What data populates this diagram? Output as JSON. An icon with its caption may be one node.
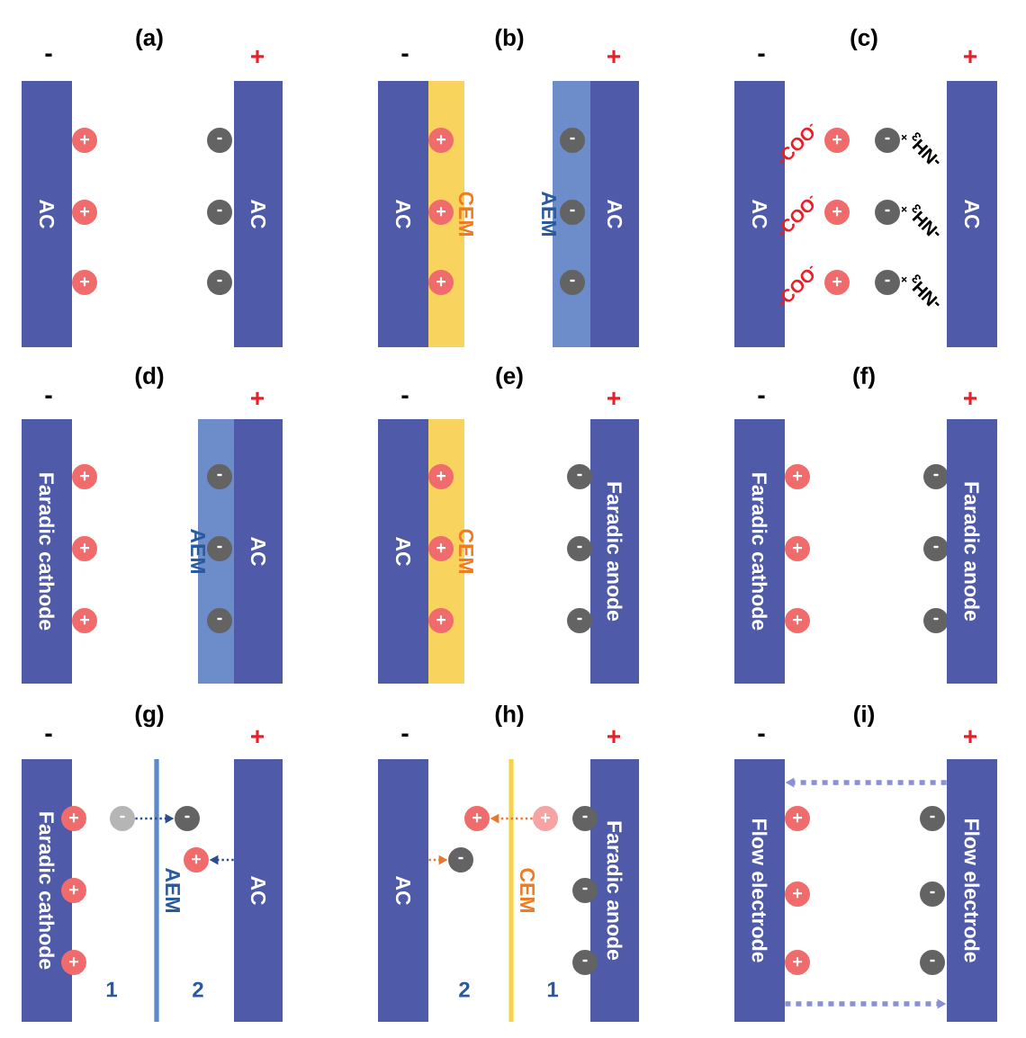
{
  "diagram": {
    "nodes": [
      {
        "text": [
          "AC"
        ]
      },
      {
        "text": [
          "+"
        ]
      },
      {
        "text": [
          "+"
        ]
      },
      {
        "text": [
          "+"
        ]
      },
      {
        "text": [
          "AC"
        ]
      },
      {
        "text": [
          "-"
        ]
      },
      {
        "text": [
          "-"
        ]
      },
      {
        "text": [
          "-"
        ]
      },
      {
        "text": [
          "AC"
        ]
      },
      {
        "text": [
          "CEM"
        ]
      },
      {
        "text": [
          "+"
        ],
        "in": 9
      },
      {
        "text": [
          "+"
        ],
        "in": 9
      },
      {
        "text": [
          "+"
        ],
        "in": 9
      },
      {
        "text": [
          "AEM"
        ]
      },
      {
        "text": [
          "-"
        ],
        "in": 13
      },
      {
        "text": [
          "-"
        ],
        "in": 13
      },
      {
        "text": [
          "-"
        ],
        "in": 13
      },
      {
        "text": [
          "AC"
        ]
      },
      {
        "text": [
          "AC"
        ]
      },
      {
        "text": [
          "+"
        ]
      },
      {
        "text": [
          "+"
        ]
      },
      {
        "text": [
          "+"
        ]
      },
      {
        "text": [
          "-"
        ]
      },
      {
        "text": [
          "-"
        ]
      },
      {
        "text": [
          "-"
        ]
      },
      {
        "text": [
          "AC"
        ]
      },
      {
        "text": [
          "Faradic cathode"
        ]
      },
      {
        "text": [
          "+"
        ]
      },
      {
        "text": [
          "+"
        ]
      },
      {
        "text": [
          "+"
        ]
      },
      {
        "text": [
          "AEM"
        ]
      },
      {
        "text": [
          "-"
        ],
        "in": 30
      },
      {
        "text": [
          "-"
        ],
        "in": 30
      },
      {
        "text": [
          "-"
        ],
        "in": 30
      },
      {
        "text": [
          "AC"
        ]
      },
      {
        "text": [
          "AC"
        ]
      },
      {
        "text": [
          "CEM"
        ]
      },
      {
        "text": [
          "+"
        ],
        "in": 36
      },
      {
        "text": [
          "+"
        ],
        "in": 36
      },
      {
        "text": [
          "+"
        ],
        "in": 36
      },
      {
        "text": [
          "Faradic anode"
        ]
      },
      {
        "text": [
          "-"
        ]
      },
      {
        "text": [
          "-"
        ]
      },
      {
        "text": [
          "-"
        ]
      },
      {
        "text": [
          "Faradic cathode"
        ]
      },
      {
        "text": [
          "+"
        ]
      },
      {
        "text": [
          "+"
        ]
      },
      {
        "text": [
          "+"
        ]
      },
      {
        "text": [
          "-"
        ]
      },
      {
        "text": [
          "-"
        ]
      },
      {
        "text": [
          "-"
        ]
      },
      {
        "text": [
          "Faradic anode"
        ]
      },
      {
        "text": [
          "Faradic cathode"
        ]
      },
      {
        "text": [
          "+"
        ]
      },
      {
        "text": [
          "+"
        ]
      },
      {
        "text": [
          "+"
        ]
      },
      {
        "text": [
          "-"
        ]
      },
      {
        "text": [
          "AEM"
        ]
      },
      {
        "text": [
          "-"
        ]
      },
      {
        "text": [
          "+"
        ]
      },
      {
        "text": [
          "AC"
        ]
      },
      {
        "text": [
          "AC"
        ]
      },
      {
        "text": [
          "-"
        ]
      },
      {
        "text": [
          "CEM"
        ]
      },
      {
        "text": [
          "+"
        ]
      },
      {
        "text": [
          "+"
        ]
      },
      {
        "text": [
          "Faradic anode"
        ]
      },
      {
        "text": [
          "-"
        ]
      },
      {
        "text": [
          "-"
        ]
      },
      {
        "text": [
          "-"
        ]
      },
      {
        "text": [
          "Flow electrode"
        ]
      },
      {
        "text": [
          "+"
        ]
      },
      {
        "text": [
          "+"
        ]
      },
      {
        "text": [
          "+"
        ]
      },
      {
        "text": [
          "-"
        ]
      },
      {
        "text": [
          "-"
        ]
      },
      {
        "text": [
          "-"
        ]
      },
      {
        "text": [
          "Flow electrode"
        ]
      }
    ],
    "edges": [
      {
        "from": 56,
        "to": 58,
        "arrow": "to",
        "color": "#2a4d8f"
      },
      {
        "from": 60,
        "to": 59,
        "arrow": "to",
        "color": "#2a4d8f"
      },
      {
        "from": 61,
        "to": 62,
        "arrow": "to",
        "color": "#e8772e"
      },
      {
        "from": 65,
        "to": 64,
        "arrow": "to",
        "color": "#e8772e"
      },
      {
        "from": 77,
        "to": 70,
        "arrow": "to",
        "style": "dashed",
        "color": "#8b8fd6"
      },
      {
        "from": 70,
        "to": 77,
        "arrow": "to",
        "style": "dashed",
        "color": "#8b8fd6"
      }
    ],
    "labels": [
      "(a)",
      "(b)",
      "(c)",
      "-",
      "+",
      "-",
      "+",
      "-",
      "+",
      "-COO$^{-}$",
      "-COO$^{-}$",
      "-COO$^{-}$",
      "-NH$_{3}$$^{+}$",
      "-NH$_{3}$$^{+}$",
      "-NH$_{3}$$^{+}$",
      "(d)",
      "(e)",
      "(f)",
      "-",
      "+",
      "-",
      "+",
      "-",
      "+",
      "(g)",
      "(h)",
      "(i)",
      "-",
      "+",
      "-",
      "+",
      "-",
      "+",
      "1",
      "2",
      "2",
      "1"
    ]
  }
}
